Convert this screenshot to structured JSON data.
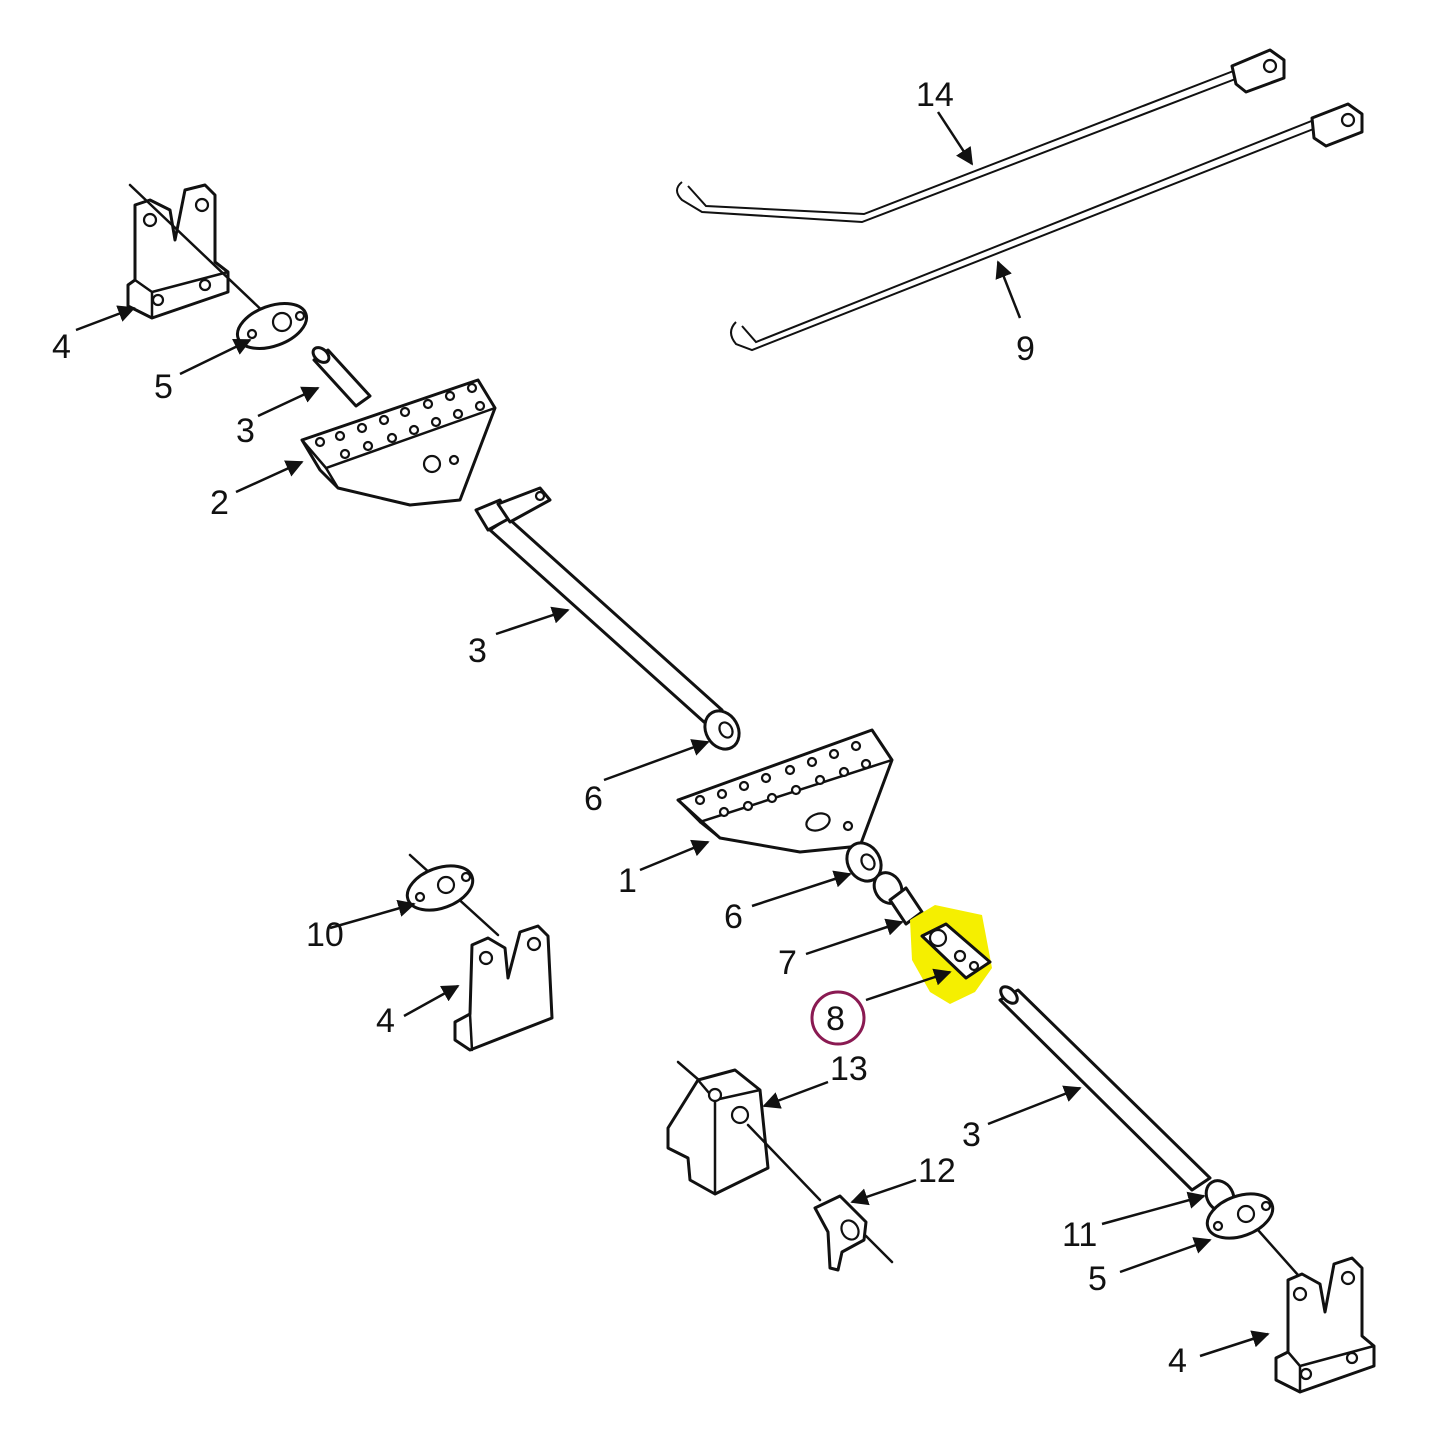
{
  "colors": {
    "highlight": "#f5ef00",
    "markup_circle": "#8a1a52",
    "ink": "#111111"
  },
  "callouts": {
    "c1": "1",
    "c2": "2",
    "c3a": "3",
    "c3b": "3",
    "c3c": "3",
    "c4a": "4",
    "c4b": "4",
    "c4c": "4",
    "c5a": "5",
    "c5b": "5",
    "c6a": "6",
    "c6b": "6",
    "c7": "7",
    "c8": "8",
    "c9": "9",
    "c10": "10",
    "c11": "11",
    "c12": "12",
    "c13": "13",
    "c14": "14"
  }
}
